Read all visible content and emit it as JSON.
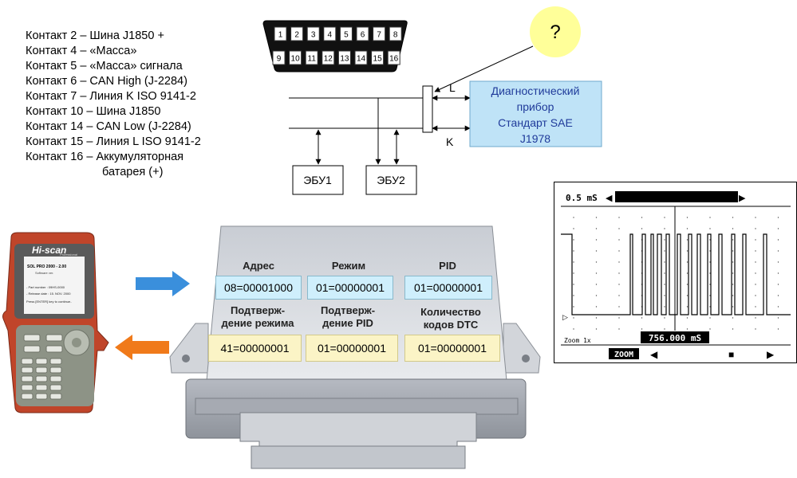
{
  "pinout": {
    "lines": [
      "Контакт 2 – Шина J1850 +",
      "Контакт 4 – «Масса»",
      "Контакт 5 – «Масса» сигнала",
      "Контакт 6 – CAN High (J-2284)",
      "Контакт 7 – Линия K ISO 9141-2",
      "Контакт 10 – Шина J1850",
      "Контакт 14 – CAN Low (J-2284)",
      "Контакт 15 – Линия L ISO 9141-2",
      "Контакт 16 – Аккумуляторная"
    ],
    "continuation": "батарея (+)"
  },
  "connector": {
    "top_pins": [
      "1",
      "2",
      "3",
      "4",
      "5",
      "6",
      "7",
      "8"
    ],
    "bottom_pins": [
      "9",
      "10",
      "11",
      "12",
      "13",
      "14",
      "15",
      "16"
    ]
  },
  "bus": {
    "question": "?",
    "line_l": "L",
    "line_k": "K",
    "ecu1": "ЭБУ1",
    "ecu2": "ЭБУ2",
    "device_lines": [
      "Диагностический",
      "прибор",
      "Стандарт SAE",
      "J1978"
    ]
  },
  "ecu_block": {
    "row1": [
      {
        "label": "Адрес",
        "value": "08=00001000"
      },
      {
        "label": "Режим",
        "value": "01=00000001"
      },
      {
        "label": "PID",
        "value": "01=00000001"
      }
    ],
    "row2": [
      {
        "label_lines": [
          "Подтверж-",
          "дение режима"
        ],
        "value": "41=00000001"
      },
      {
        "label_lines": [
          "Подтверж-",
          "дение PID"
        ],
        "value": "01=00000001"
      },
      {
        "label_lines": [
          "Количество",
          "кодов DTC"
        ],
        "value": "01=00000001"
      }
    ]
  },
  "scanner": {
    "brand": "Hi-scan",
    "brand_sub": "Professional",
    "screen_title": "SOL PRO 2000 - 2.00",
    "screen_sub": "Software ver.",
    "screen_lines": [
      "- Part number : 09HS-0000",
      "- Release date : 15. NOV. 2000",
      "Press [ENTER] key to continue.."
    ]
  },
  "scope": {
    "timebase": "0.5 mS",
    "cursor_time": "756.000 mS",
    "zoom_readout": "Zoom 1x",
    "zoom_button": "ZOOM",
    "stop_glyph": "■",
    "left_glyph": "◀",
    "right_glyph": "▶"
  },
  "colors": {
    "device_fill": "#bfe3f7",
    "device_text": "#1f3a9a",
    "question_fill": "#ffff99",
    "arrow_blue": "#3a8fdc",
    "arrow_orange": "#f07a1a",
    "value_blue": "#cfeffc",
    "value_yellow": "#fbf4c6",
    "scanner_body": "#c0452a"
  }
}
